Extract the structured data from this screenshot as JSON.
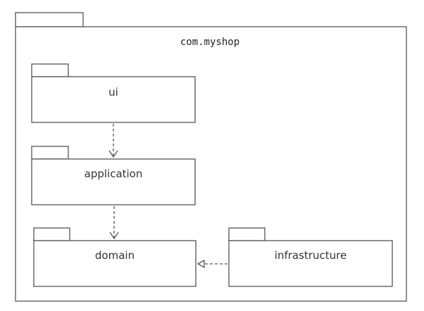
{
  "outer_package": {
    "name": "com.myshop"
  },
  "packages": {
    "ui": {
      "name": "ui"
    },
    "application": {
      "name": "application"
    },
    "domain": {
      "name": "domain"
    },
    "infrastructure": {
      "name": "infrastructure"
    }
  },
  "dependencies": [
    {
      "from": "ui",
      "to": "application",
      "kind": "dependency"
    },
    {
      "from": "application",
      "to": "domain",
      "kind": "dependency"
    },
    {
      "from": "infrastructure",
      "to": "domain",
      "kind": "realization"
    }
  ]
}
